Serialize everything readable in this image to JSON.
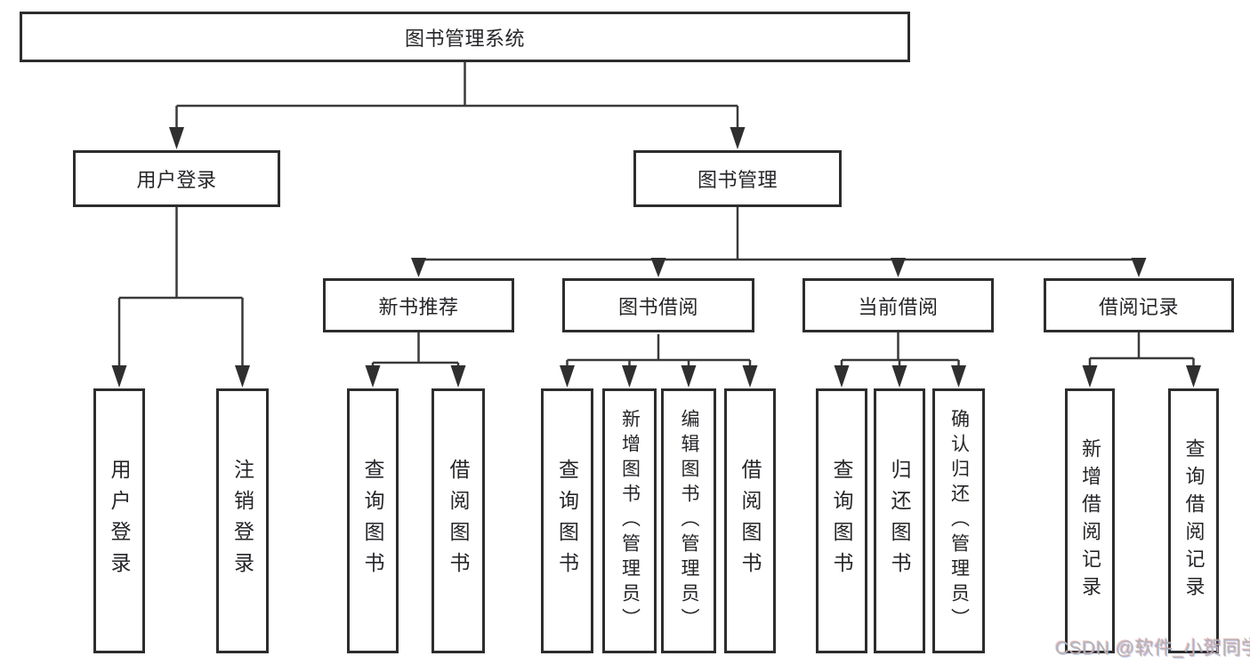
{
  "diagram": {
    "root": {
      "label": "图书管理系统"
    },
    "level1": [
      {
        "label": "用户登录"
      },
      {
        "label": "图书管理"
      }
    ],
    "level2": [
      {
        "label": "新书推荐"
      },
      {
        "label": "图书借阅"
      },
      {
        "label": "当前借阅"
      },
      {
        "label": "借阅记录"
      }
    ],
    "leaves": [
      {
        "label": "用户登录"
      },
      {
        "label": "注销登录"
      },
      {
        "label": "查询图书"
      },
      {
        "label": "借阅图书"
      },
      {
        "label": "查询图书"
      },
      {
        "label": "新增图书（管理员）"
      },
      {
        "label": "编辑图书（管理员）"
      },
      {
        "label": "借阅图书"
      },
      {
        "label": "查询图书"
      },
      {
        "label": "归还图书"
      },
      {
        "label": "确认归还（管理员）"
      },
      {
        "label": "新增借阅记录"
      },
      {
        "label": "查询借阅记录"
      }
    ]
  },
  "watermark": {
    "text": "CSDN @软件_小贺同学"
  },
  "colors": {
    "line": "#3a3a3a",
    "box_border": "#2d2d2d",
    "text": "#26262a",
    "background": "#ffffff",
    "watermark": "#b3b3b3"
  }
}
